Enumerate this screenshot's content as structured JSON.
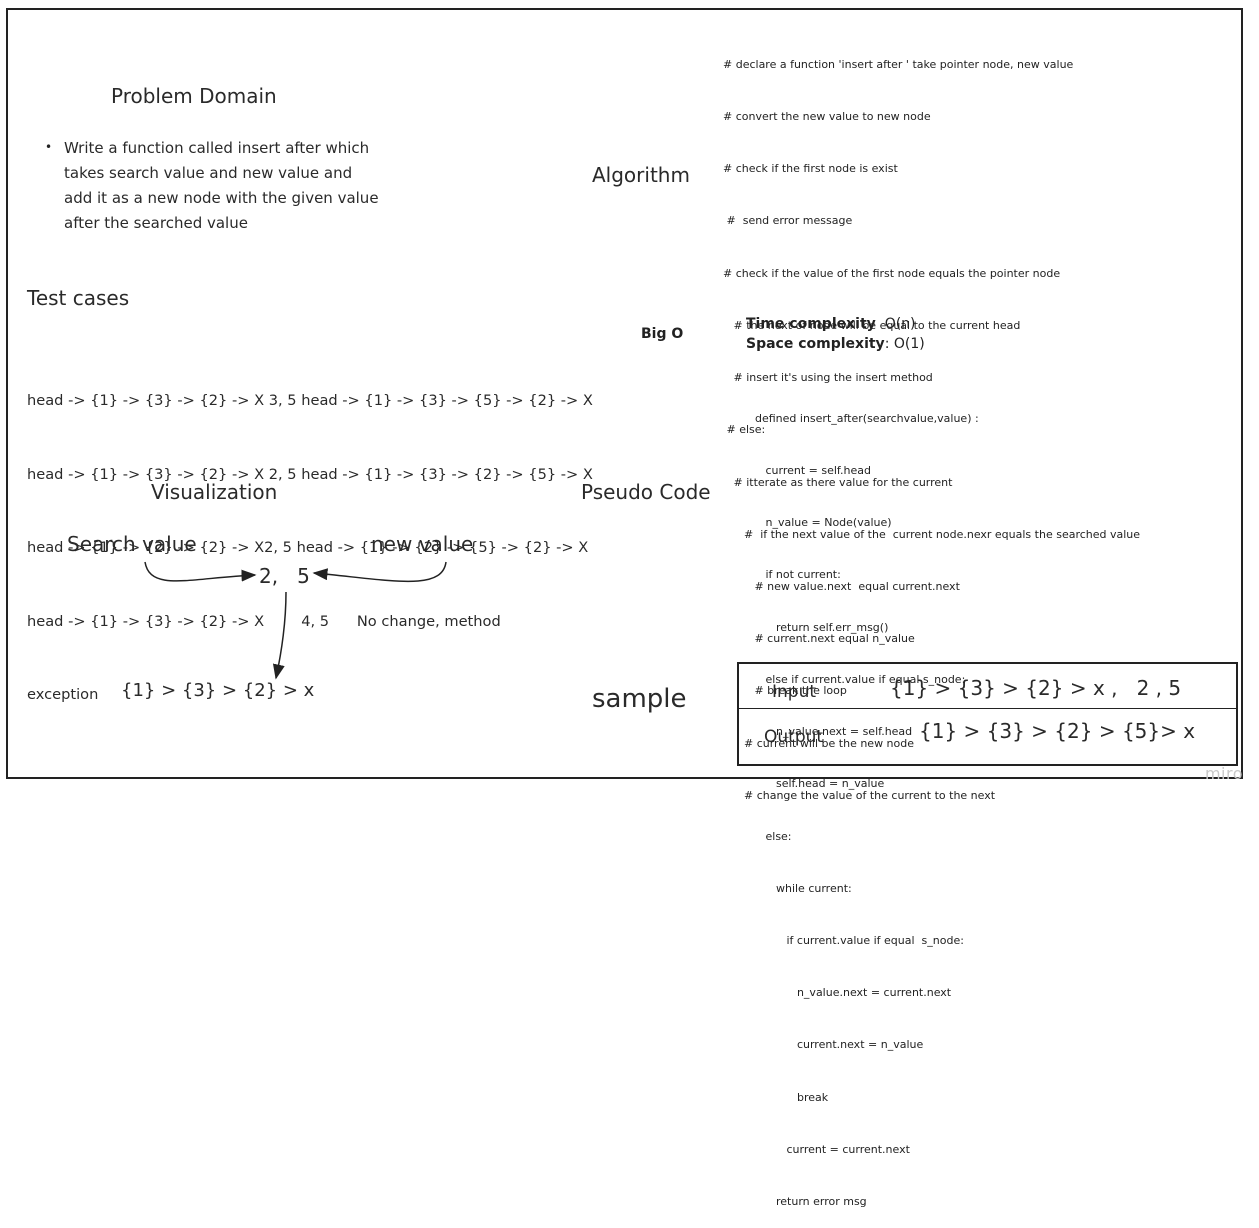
{
  "problem_domain": {
    "title": "Problem Domain",
    "bullet_lines": [
      "Write a function called insert after which",
      "takes search value and new value and",
      "add it as a new node with the given value",
      "after the searched value"
    ]
  },
  "test_cases": {
    "title": "Test cases",
    "lines": [
      "head -> {1} -> {3} -> {2} -> X 3, 5 head -> {1} -> {3} -> {5} -> {2} -> X",
      "head -> {1} -> {3} -> {2} -> X 2, 5 head -> {1} -> {3} -> {2} -> {5} -> X",
      "head -> {1} -> {2} -> {2} -> X2, 5 head -> {1} -> {2} -> {5} -> {2} -> X",
      "head -> {1} -> {3} -> {2} -> X        4, 5      No change, method",
      "exception"
    ]
  },
  "visualization": {
    "title": "Visualization",
    "search_label": "Search value",
    "new_label": "new value",
    "pair": "2,   5",
    "result": "{1} > {3} > {2} > x"
  },
  "algorithm": {
    "title": "Algorithm",
    "lines": [
      "# declare a function 'insert after ' take pointer node, new value",
      "# convert the new value to new node",
      "# check if the first node is exist",
      " #  send error message",
      "# check if the value of the first node equals the pointer node",
      "   # the next of node will be equal to the current head",
      "   # insert it's using the insert method",
      " # else:",
      "   # itterate as there value for the current",
      "      #  if the next value of the  current node.nexr equals the searched value",
      "         # new value.next  equal current.next",
      "         # current.next equal n_value",
      "         # break the loop",
      "      # current will be the new node",
      "      # change the value of the current to the next"
    ]
  },
  "big_o": {
    "title": "Big O",
    "time_label": "Time complexity",
    "time_value": "O(n)",
    "space_label": "Space complexity",
    "space_value": ": O(1)"
  },
  "pseudo_code": {
    "title": "Pseudo Code",
    "lines": [
      "defined insert_after(searchvalue,value) :",
      "   current = self.head",
      "   n_value = Node(value)",
      "   if not current:",
      "      return self.err_msg()",
      "   else if current.value if equal s_node:",
      "      n_value.next = self.head",
      "      self.head = n_value",
      "   else:",
      "      while current:",
      "         if current.value if equal  s_node:",
      "            n_value.next = current.next",
      "            current.next = n_value",
      "            break",
      "         current = current.next",
      "      return error msg"
    ]
  },
  "sample": {
    "title": "sample",
    "input_label": "Input",
    "input_value": "{1} > {3} > {2} > x ,   2 , 5",
    "output_label": "Output",
    "output_value": "{1} > {3} > {2} > {5}> x"
  },
  "watermark": "miro"
}
